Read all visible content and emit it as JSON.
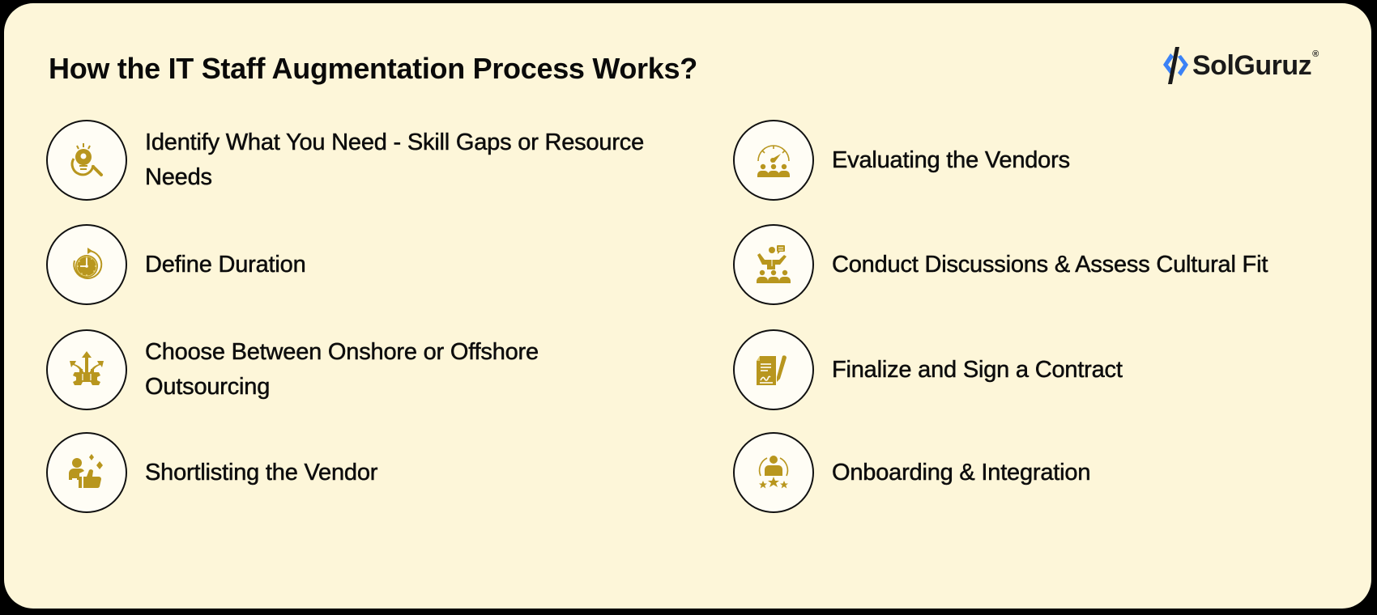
{
  "header": {
    "title": "How the IT Staff Augmentation Process Works?"
  },
  "logo": {
    "text": "SolGuruz",
    "registered": "®",
    "colors": {
      "blue": "#3B82F6",
      "dark": "#1a1a1a"
    }
  },
  "theme": {
    "card_background": "#FDF6D9",
    "page_background": "#000000",
    "icon_gold": "#B8961E",
    "icon_circle_border": "#111111"
  },
  "steps": {
    "left": [
      {
        "label": "Identify What You Need - Skill Gaps or Resource Needs",
        "icon": "lightbulb-gear-search-icon"
      },
      {
        "label": "Define Duration",
        "icon": "clock-refresh-icon"
      },
      {
        "label": "Choose Between Onshore or Offshore Outsourcing",
        "icon": "gear-branching-arrows-icon"
      },
      {
        "label": "Shortlisting the Vendor",
        "icon": "person-thumbs-up-sparkle-icon"
      }
    ],
    "right": [
      {
        "label": "Evaluating the Vendors",
        "icon": "gauge-team-icon"
      },
      {
        "label": "Conduct Discussions & Assess Cultural Fit",
        "icon": "presenter-audience-icon"
      },
      {
        "label": "Finalize and Sign a Contract",
        "icon": "contract-signature-icon"
      },
      {
        "label": "Onboarding & Integration",
        "icon": "person-stars-icon"
      }
    ]
  }
}
